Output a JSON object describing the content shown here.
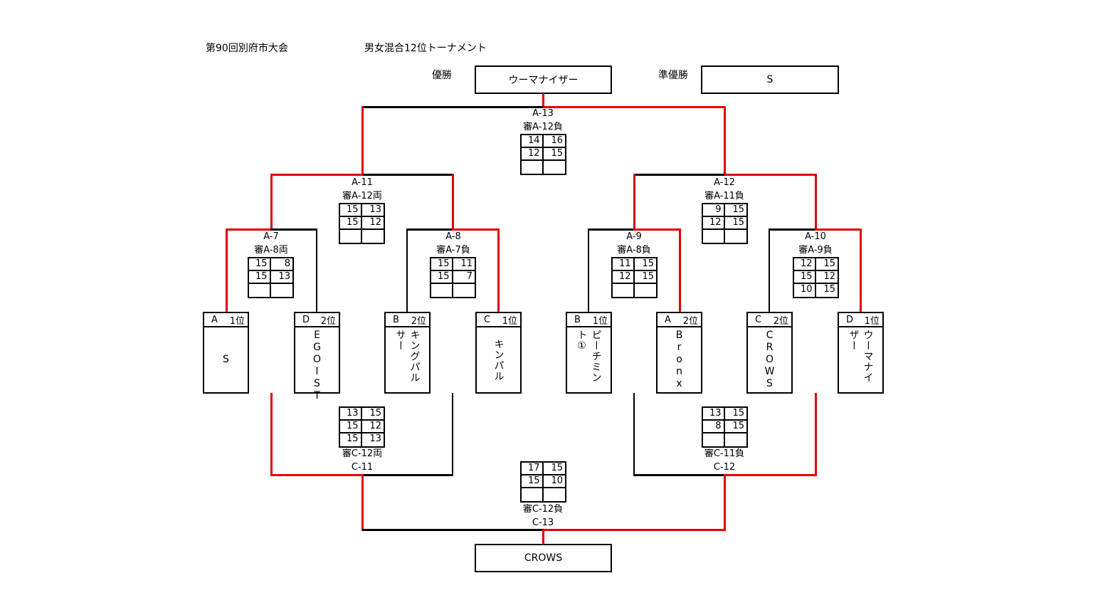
{
  "header": {
    "event": "第90回別府市大会",
    "division": "男女混合12位トーナメント"
  },
  "results": {
    "champion_label": "優勝",
    "champion": "ウーマナイザー",
    "runner_up_label": "準優勝",
    "runner_up": "S",
    "consolation_winner": "CROWS"
  },
  "colors": {
    "winner_line": "#e00000",
    "line": "#000000"
  },
  "teams": [
    {
      "seed_group": "A",
      "seed_rank": "1位",
      "name": "S"
    },
    {
      "seed_group": "D",
      "seed_rank": "2位",
      "name": "EGOIST"
    },
    {
      "seed_group": "B",
      "seed_rank": "2位",
      "name": "キングパルサー"
    },
    {
      "seed_group": "C",
      "seed_rank": "1位",
      "name": "キンパル"
    },
    {
      "seed_group": "B",
      "seed_rank": "1位",
      "name": "ピーチミント①"
    },
    {
      "seed_group": "A",
      "seed_rank": "2位",
      "name": "Bronx"
    },
    {
      "seed_group": "C",
      "seed_rank": "2位",
      "name": "CROWS"
    },
    {
      "seed_group": "D",
      "seed_rank": "1位",
      "name": "ウーマナイザー"
    }
  ],
  "matches": {
    "A13": {
      "id": "A-13",
      "referee": "審A-12負",
      "scores": [
        [
          "14",
          "16"
        ],
        [
          "12",
          "15"
        ],
        [
          "",
          ""
        ]
      ]
    },
    "A11": {
      "id": "A-11",
      "referee": "審A-12両",
      "scores": [
        [
          "15",
          "13"
        ],
        [
          "15",
          "12"
        ],
        [
          "",
          ""
        ]
      ]
    },
    "A12": {
      "id": "A-12",
      "referee": "審A-11負",
      "scores": [
        [
          "9",
          "15"
        ],
        [
          "12",
          "15"
        ],
        [
          "",
          ""
        ]
      ]
    },
    "A7": {
      "id": "A-7",
      "referee": "審A-8両",
      "scores": [
        [
          "15",
          "8"
        ],
        [
          "15",
          "13"
        ],
        [
          "",
          ""
        ]
      ]
    },
    "A8": {
      "id": "A-8",
      "referee": "審A-7負",
      "scores": [
        [
          "15",
          "11"
        ],
        [
          "15",
          "7"
        ],
        [
          "",
          ""
        ]
      ]
    },
    "A9": {
      "id": "A-9",
      "referee": "審A-8負",
      "scores": [
        [
          "11",
          "15"
        ],
        [
          "12",
          "15"
        ],
        [
          "",
          ""
        ]
      ]
    },
    "A10": {
      "id": "A-10",
      "referee": "審A-9負",
      "scores": [
        [
          "12",
          "15"
        ],
        [
          "15",
          "12"
        ],
        [
          "10",
          "15"
        ]
      ]
    },
    "C11": {
      "id": "C-11",
      "referee": "審C-12両",
      "scores": [
        [
          "13",
          "15"
        ],
        [
          "15",
          "12"
        ],
        [
          "15",
          "13"
        ]
      ]
    },
    "C12": {
      "id": "C-12",
      "referee": "審C-11負",
      "scores": [
        [
          "13",
          "15"
        ],
        [
          "8",
          "15"
        ],
        [
          "",
          ""
        ]
      ]
    },
    "C13": {
      "id": "C-13",
      "referee": "審C-12負",
      "scores": [
        [
          "17",
          "15"
        ],
        [
          "15",
          "10"
        ],
        [
          "",
          ""
        ]
      ]
    }
  }
}
